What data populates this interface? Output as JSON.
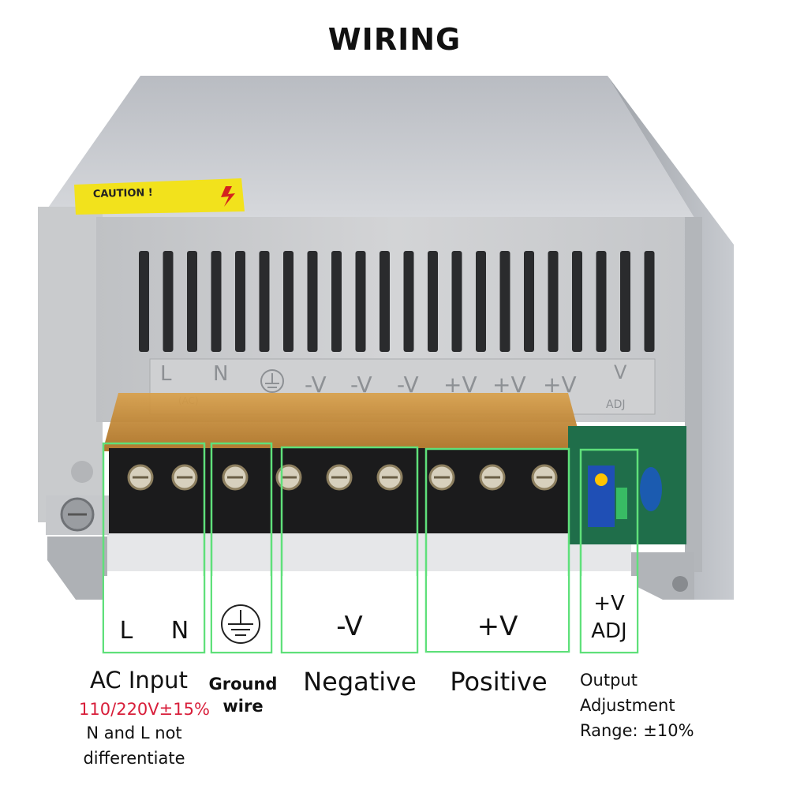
{
  "title": "WIRING",
  "caution_label": "CAUTION !",
  "panel_labels": [
    "L",
    "N",
    "-V",
    "-V",
    "-V",
    "+V",
    "+V",
    "+V",
    "V",
    "ADJ",
    "(AC)"
  ],
  "boxes": {
    "ac": {
      "l": "L",
      "n": "N"
    },
    "negative": "-V",
    "positive": "+V",
    "adj_line1": "+V",
    "adj_line2": "ADJ"
  },
  "captions": {
    "ac_input": "AC Input",
    "ac_voltage": "110/220V±15%",
    "ac_note_1": "N and L not",
    "ac_note_2": "differentiate",
    "ground_1": "Ground",
    "ground_2": "wire",
    "negative": "Negative",
    "positive": "Positive",
    "adj_1": "Output",
    "adj_2": "Adjustment",
    "adj_3": "Range: ±10%"
  },
  "colors": {
    "highlight_box": "#5fe07a",
    "voltage_text": "#d81e3a",
    "caution_bg": "#f2e21c",
    "terminal_cover": "#c98a2a"
  },
  "icons": [
    "ground-symbol-icon",
    "potentiometer-icon"
  ]
}
